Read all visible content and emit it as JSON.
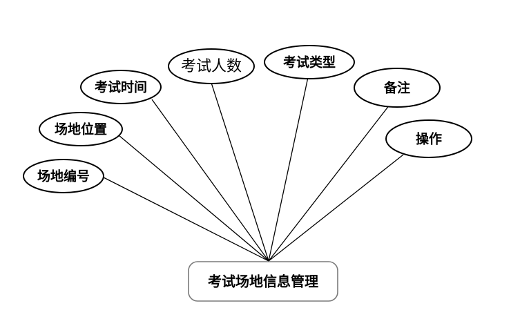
{
  "entity": {
    "label": "考试场地信息管理"
  },
  "attributes": [
    {
      "id": "venue-number",
      "label": "场地编号"
    },
    {
      "id": "venue-location",
      "label": "场地位置"
    },
    {
      "id": "exam-time",
      "label": "考试时间"
    },
    {
      "id": "exam-headcount",
      "label": "考试人数"
    },
    {
      "id": "exam-type",
      "label": "考试类型"
    },
    {
      "id": "remarks",
      "label": "备注"
    },
    {
      "id": "operation",
      "label": "操作"
    }
  ]
}
